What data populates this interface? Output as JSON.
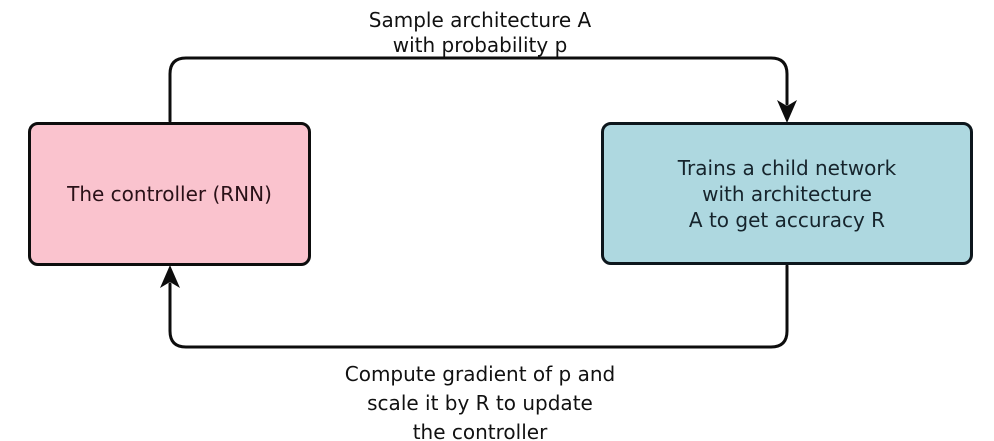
{
  "colors": {
    "background": "#ffffff",
    "line": "#0d0d0d",
    "controller_fill": "#fac3ce",
    "controller_border": "#0d0d0d",
    "controller_text": "#2a1118",
    "child_fill": "#aed8e0",
    "child_border": "#0d161c",
    "child_text": "#16242c",
    "label_text": "#111111"
  },
  "nodes": {
    "controller": {
      "label": "The controller (RNN)"
    },
    "child_network": {
      "lines": [
        "Trains a child network",
        "with architecture",
        "A to get accuracy R"
      ]
    }
  },
  "edges": {
    "sample": {
      "from": "controller",
      "to": "child_network",
      "lines": [
        "Sample architecture A",
        "with probability p"
      ]
    },
    "feedback": {
      "from": "child_network",
      "to": "controller",
      "lines": [
        "Compute gradient of p and",
        "scale it by R to update",
        "the controller"
      ]
    }
  }
}
